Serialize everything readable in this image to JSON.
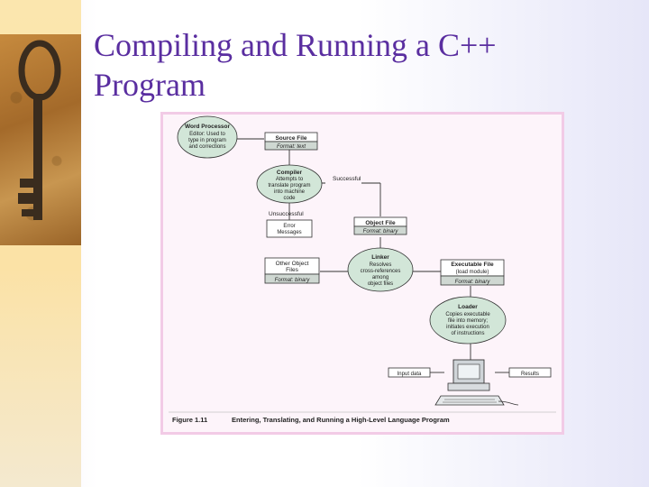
{
  "slide": {
    "title_line1": "Compiling and Running a C++",
    "title_line2": "Program"
  },
  "figure": {
    "word_processor": {
      "title": "Word Processor",
      "lines": [
        "Editor: Used to",
        "type in program",
        "and corrections"
      ]
    },
    "source_file": {
      "title": "Source File",
      "format": "Format: text"
    },
    "compiler": {
      "title": "Compiler",
      "lines": [
        "Attempts to",
        "translate program",
        "into machine",
        "code"
      ]
    },
    "successful": "Successful",
    "unsuccessful": "Unsuccessful",
    "error": {
      "line1": "Error",
      "line2": "Messages"
    },
    "object_file": {
      "title": "Object File",
      "format": "Format: binary"
    },
    "other_object": {
      "line1": "Other Object",
      "line2": "Files",
      "format": "Format: binary"
    },
    "linker": {
      "title": "Linker",
      "lines": [
        "Resolves",
        "cross-references",
        "among",
        "object files"
      ]
    },
    "executable": {
      "title": "Executable File",
      "subtitle": "(load module)",
      "format": "Format: binary"
    },
    "loader": {
      "title": "Loader",
      "lines": [
        "Copies executable",
        "file into memory;",
        "initiates execution",
        "of instructions"
      ]
    },
    "input_data": "Input data",
    "results": "Results",
    "caption_number": "Figure 1.11",
    "caption_text": "Entering, Translating, and Running a High-Level Language Program"
  }
}
